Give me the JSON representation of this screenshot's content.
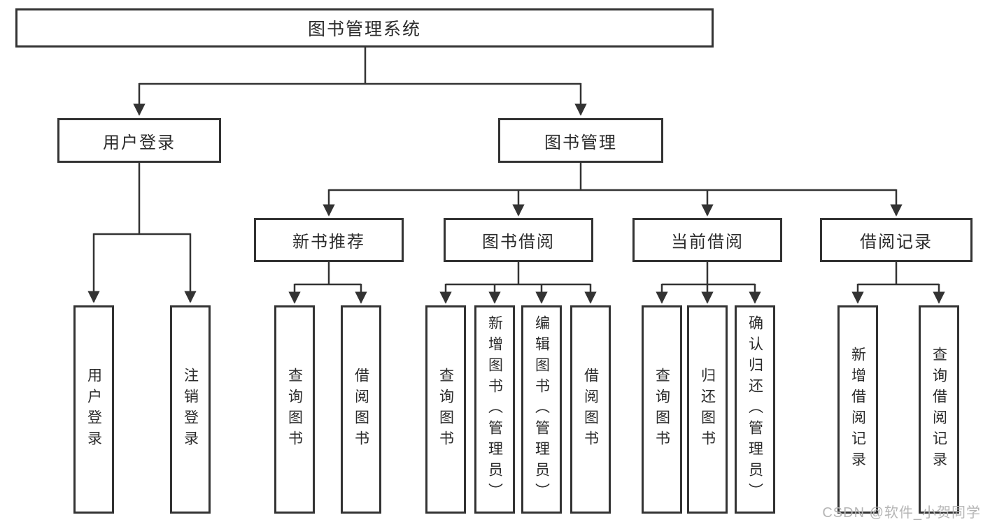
{
  "tree": {
    "root": {
      "label": "图书管理系统",
      "children": [
        {
          "label": "用户登录",
          "children": [
            {
              "label": "用户登录"
            },
            {
              "label": "注销登录"
            }
          ]
        },
        {
          "label": "图书管理",
          "children": [
            {
              "label": "新书推荐",
              "children": [
                {
                  "label": "查询图书"
                },
                {
                  "label": "借阅图书"
                }
              ]
            },
            {
              "label": "图书借阅",
              "children": [
                {
                  "label": "查询图书"
                },
                {
                  "label": "新增图书（管理员）"
                },
                {
                  "label": "编辑图书（管理员）"
                },
                {
                  "label": "借阅图书"
                }
              ]
            },
            {
              "label": "当前借阅",
              "children": [
                {
                  "label": "查询图书"
                },
                {
                  "label": "归还图书"
                },
                {
                  "label": "确认归还（管理员）"
                }
              ]
            },
            {
              "label": "借阅记录",
              "children": [
                {
                  "label": "新增借阅记录"
                },
                {
                  "label": "查询借阅记录"
                }
              ]
            }
          ]
        }
      ]
    }
  },
  "watermark": {
    "text": "CSDN @软件_小贺同学"
  },
  "colors": {
    "line": "#333333",
    "box_border": "#333333",
    "box_fill": "#ffffff",
    "text": "#2b2b2b",
    "watermark": "#b5b5b5"
  }
}
